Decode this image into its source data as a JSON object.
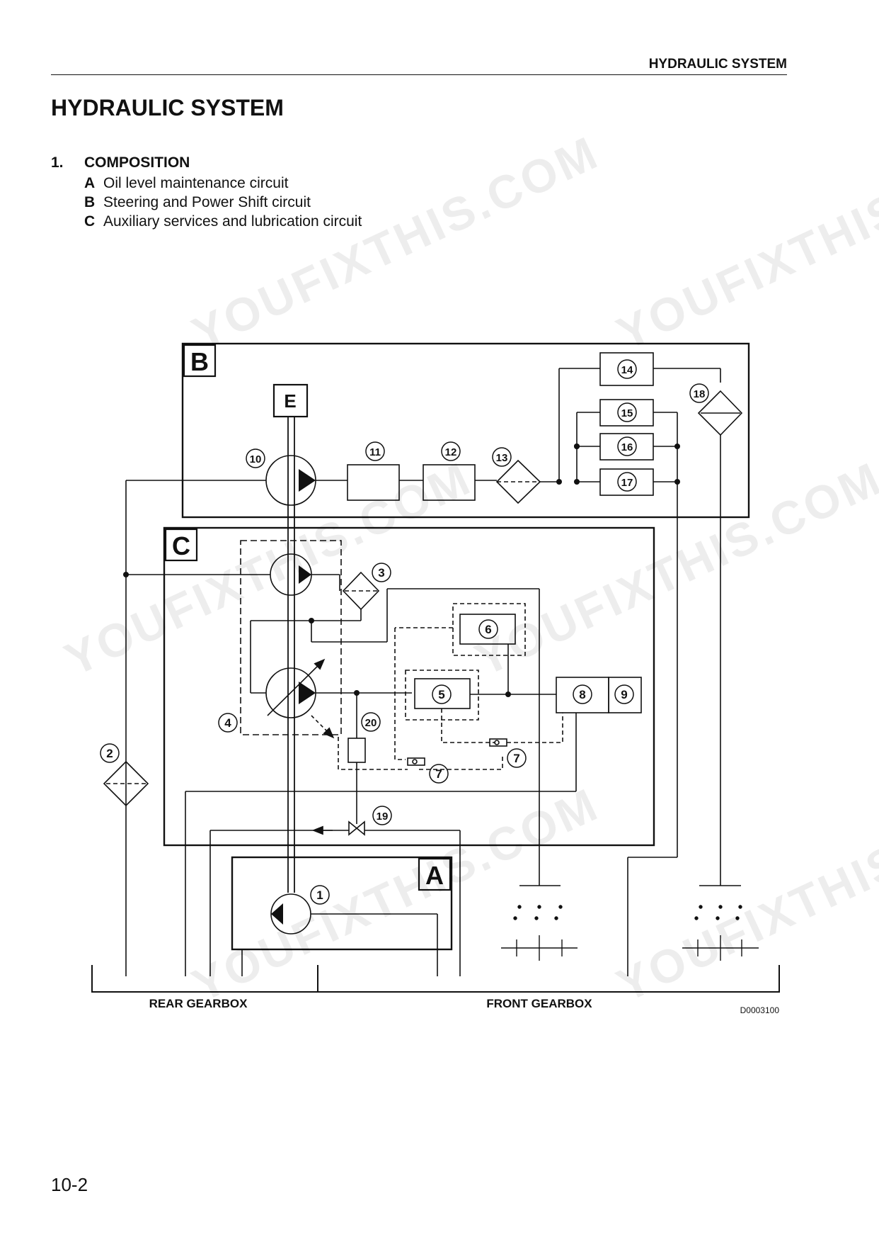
{
  "header": {
    "section": "HYDRAULIC SYSTEM"
  },
  "page_title": "HYDRAULIC SYSTEM",
  "composition": {
    "number": "1.",
    "title": "COMPOSITION",
    "items": [
      {
        "letter": "A",
        "text": "Oil level maintenance circuit"
      },
      {
        "letter": "B",
        "text": "Steering and Power Shift circuit"
      },
      {
        "letter": "C",
        "text": "Auxiliary services and lubrication circuit"
      }
    ]
  },
  "diagram": {
    "box_labels": {
      "A": "A",
      "B": "B",
      "C": "C",
      "E": "E"
    },
    "numbers": {
      "n1": "1",
      "n2": "2",
      "n3": "3",
      "n4": "4",
      "n5": "5",
      "n6": "6",
      "n7a": "7",
      "n7b": "7",
      "n8": "8",
      "n9": "9",
      "n10": "10",
      "n11": "11",
      "n12": "12",
      "n13": "13",
      "n14": "14",
      "n15": "15",
      "n16": "16",
      "n17": "17",
      "n18": "18",
      "n19": "19",
      "n20": "20"
    },
    "rear_gearbox": "REAR GEARBOX",
    "front_gearbox": "FRONT GEARBOX",
    "drawing_code": "D0003100"
  },
  "watermark": "YOUFIXTHIS.COM",
  "page_number": "10-2"
}
